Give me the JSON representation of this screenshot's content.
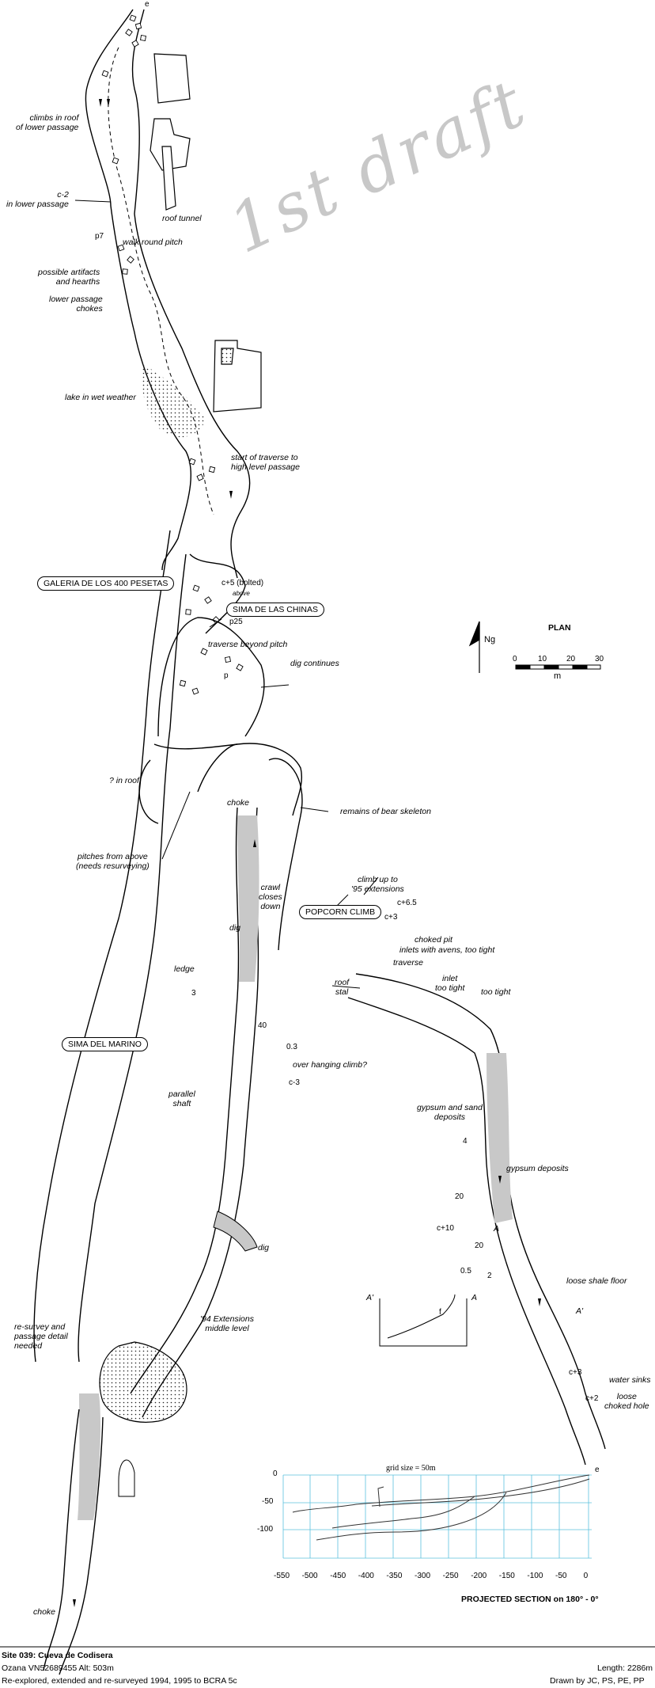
{
  "watermark": "1st draft",
  "entrance_mark": "e",
  "labels": {
    "climbs_roof": "climbs in roof\nof lower passage",
    "c2_lower": "c-2\nin lower passage",
    "roof_tunnel": "roof tunnel",
    "p7": "p7",
    "walk_round": "walk round pitch",
    "artifacts": "possible artifacts\nand hearths",
    "lower_chokes": "lower passage\nchokes",
    "lake": "lake in wet weather",
    "start_traverse": "start of traverse to\nhigh level passage",
    "c5_bolted": "c+5 (bolted)",
    "above": "above",
    "p25": "p25",
    "traverse_beyond": "traverse beyond pitch",
    "dig_continues": "dig continues",
    "p": "p",
    "in_roof": "? in roof",
    "choke_mid": "choke",
    "bear": "remains of bear skeleton",
    "pitches_above": "pitches from above\n(needs resurveying)",
    "crawl_closes": "crawl\ncloses\ndown",
    "climb_95": "climb up to\n'95 extensions",
    "c65": "c+6.5",
    "c3_top": "c+3",
    "choked_pit": "choked pit",
    "inlets_avens": "inlets with avens, too tight",
    "traverse": "traverse",
    "roof_stal": "roof\nstal",
    "inlet_too_tight": "inlet\ntoo tight",
    "too_tight": "too tight",
    "dig_upper": "dig",
    "ledge": "ledge",
    "n3": "3",
    "n40": "40",
    "n03": "0.3",
    "overhanging": "over hanging climb?",
    "c3_mid": "c-3",
    "parallel_shaft": "parallel\nshaft",
    "gypsum_sand": "gypsum and sand\ndeposits",
    "n4": "4",
    "gypsum_deposits": "gypsum deposits",
    "n20a": "20",
    "c10": "c+10",
    "n20b": "20",
    "n05": "0.5",
    "n2": "2",
    "A_mark": "A",
    "loose_shale": "loose shale floor",
    "A_prime": "A'",
    "dig_lower": "dig",
    "resurvey": "re-survey and\npassage detail\nneeded",
    "extensions_94": "'94 Extensions\nmiddle level",
    "c3_low": "c+3",
    "water_sinks": "water sinks",
    "c2_low": "c+2",
    "loose_choked": "loose\nchoked hole",
    "choke_bottom": "choke",
    "xs_A_prime": "A'",
    "xs_A": "A",
    "xs_f": "f"
  },
  "boxed_names": {
    "galeria": "GALERIA DE LOS 400 PESETAS",
    "sima_chinas": "SIMA DE LAS CHINAS",
    "popcorn": "POPCORN CLIMB",
    "sima_marino": "SIMA DEL MARINO"
  },
  "legend": {
    "north": "Ng",
    "plan": "PLAN",
    "scale_ticks": [
      "0",
      "10",
      "20",
      "30"
    ],
    "scale_unit": "m"
  },
  "section": {
    "grid_note": "grid size = 50m",
    "entrance": "e",
    "y_ticks": [
      "0",
      "-50",
      "-100"
    ],
    "x_ticks": [
      "-550",
      "-500",
      "-450",
      "-400",
      "-350",
      "-300",
      "-250",
      "-200",
      "-150",
      "-100",
      "-50",
      "0"
    ],
    "title": "PROJECTED SECTION on 180° - 0°",
    "grid_color": "#5bc0de"
  },
  "footer": {
    "site": "Site 039: Cueva de Codisera",
    "location": "Ozana VN52689455  Alt: 503m",
    "history": "Re-explored, extended and re-surveyed 1994, 1995 to BCRA 5c",
    "length": "Length: 2286m",
    "drawn": "Drawn by JC, PS, PE, PP"
  }
}
